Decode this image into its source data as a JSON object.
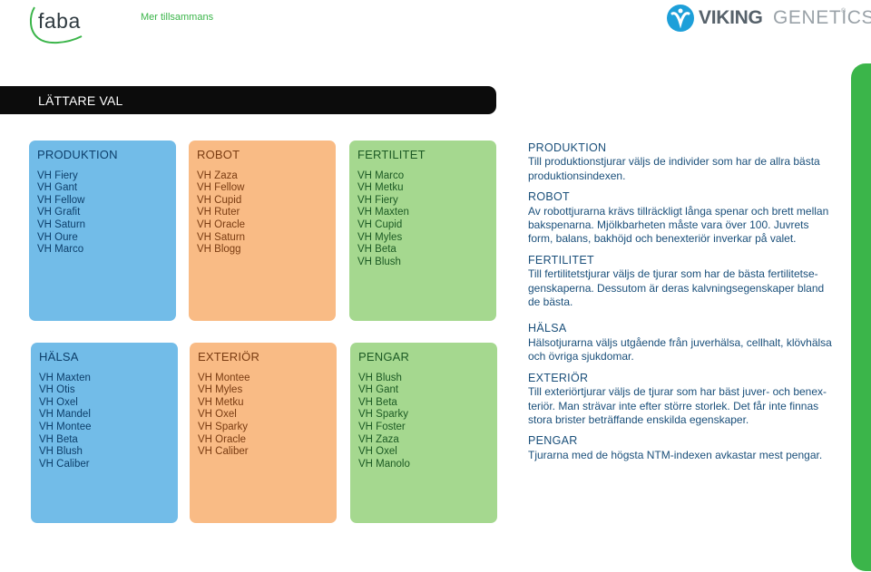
{
  "header": {
    "faba_logo_text": "faba",
    "tagline": "Mer tillsammans",
    "vg_logo_viking": "VIKING",
    "vg_logo_genetics": "GENETICS",
    "vg_logo_reg": "®"
  },
  "banner": {
    "title": "LÄTTARE VAL"
  },
  "boxes": {
    "produktion": {
      "title": "PRODUKTION",
      "items": [
        "VH Fiery",
        "VH Gant",
        "VH Fellow",
        "VH Grafit",
        "VH Saturn",
        "VH Oure",
        "VH Marco"
      ]
    },
    "robot": {
      "title": "ROBOT",
      "items": [
        "VH Zaza",
        "VH Fellow",
        "VH Cupid",
        "VH Ruter",
        "VH Oracle",
        "VH Saturn",
        "VH Blogg"
      ]
    },
    "fertilitet": {
      "title": "FERTILITET",
      "items": [
        "VH Marco",
        "VH Metku",
        "VH Fiery",
        "VH Maxten",
        "VH Cupid",
        "VH Myles",
        "VH Beta",
        "VH Blush"
      ]
    },
    "halsa": {
      "title": "HÄLSA",
      "items": [
        "VH Maxten",
        "VH Otis",
        "VH Oxel",
        "VH Mandel",
        "VH Montee",
        "VH Beta",
        "VH Blush",
        "VH Caliber"
      ]
    },
    "exterior": {
      "title": "EXTERIÖR",
      "items": [
        "VH Montee",
        "VH Myles",
        "VH Metku",
        "VH Oxel",
        "VH Sparky",
        "VH Oracle",
        "VH Caliber"
      ]
    },
    "pengar": {
      "title": "PENGAR",
      "items": [
        "VH Blush",
        "VH Gant",
        "VH Beta",
        "VH Sparky",
        "VH Foster",
        "VH Zaza",
        "VH Oxel",
        "VH Manolo"
      ]
    }
  },
  "descriptions": [
    {
      "title": "PRODUKTION",
      "lines": [
        "Till produktionstjurar väljs de individer som har de allra bästa",
        "produktionsindexen."
      ]
    },
    {
      "title": "ROBOT",
      "lines": [
        "Av robottjurarna krävs tillräckligt långa spenar och brett mellan",
        "bakspenarna. Mjölkbarheten måste vara över 100. Juvrets",
        "form, balans, bakhöjd och benexteriör inverkar på valet."
      ]
    },
    {
      "title": "FERTILITET",
      "lines": [
        "Till fertilitetstjurar väljs de tjurar som har de bästa fertilitetse-",
        "genskaperna. Dessutom är deras kalvningsegenskaper bland",
        "de bästa."
      ]
    },
    {
      "title": "HÄLSA",
      "lines": [
        "Hälsotjurarna väljs utgående från juverhälsa, cellhalt, klövhälsa",
        "och övriga sjukdomar."
      ]
    },
    {
      "title": "EXTERIÖR",
      "lines": [
        "Till exteriörtjurar väljs de tjurar som har bäst juver- och benex-",
        "teriör. Man strävar inte efter större storlek. Det får inte finnas",
        "stora brister beträffande enskilda egenskaper."
      ]
    },
    {
      "title": "PENGAR",
      "lines": [
        "Tjurarna med de högsta NTM-indexen avkastar mest pengar."
      ]
    }
  ],
  "colors": {
    "blue_box": "#72bce8",
    "orange_box": "#f9bb85",
    "green_box": "#a5d88f",
    "accent_green": "#3bb54a",
    "text_blue": "#1a4f7a",
    "banner_bg": "#0c0c0c"
  }
}
